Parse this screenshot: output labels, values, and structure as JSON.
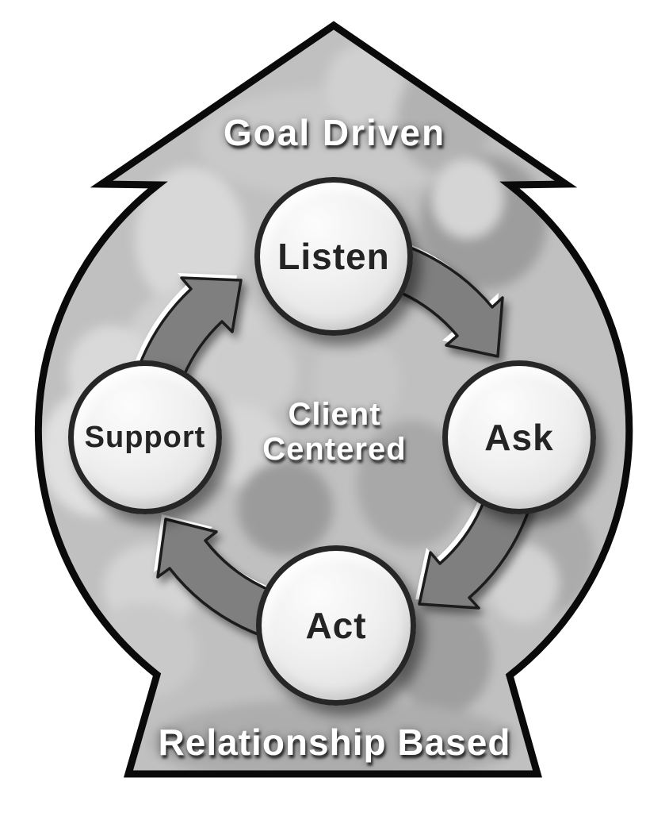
{
  "diagram": {
    "title_top": "Goal Driven",
    "title_bottom": "Relationship Based",
    "center": {
      "line1": "Client",
      "line2": "Centered"
    },
    "nodes": [
      {
        "id": "listen",
        "label": "Listen",
        "position": "top"
      },
      {
        "id": "ask",
        "label": "Ask",
        "position": "right"
      },
      {
        "id": "act",
        "label": "Act",
        "position": "bottom"
      },
      {
        "id": "support",
        "label": "Support",
        "position": "left"
      }
    ],
    "flow": {
      "direction": "clockwise",
      "sequence": [
        "Listen",
        "Ask",
        "Act",
        "Support"
      ]
    },
    "colors": {
      "outline": "#0a0a0a",
      "arrow_band": "#7f7f7f",
      "circle_fill": "#ececec",
      "circle_ring": "#262626",
      "node_text": "#242424",
      "banner_text": "#ffffff",
      "photo_background": "#c0c0c0"
    }
  }
}
